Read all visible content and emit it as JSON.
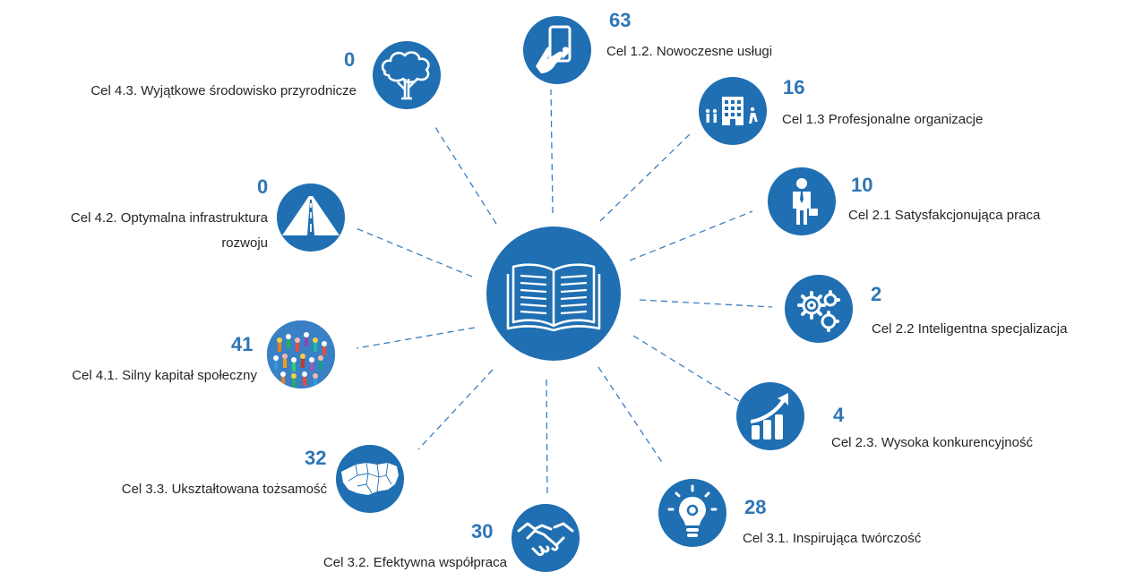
{
  "goals": [
    {
      "id": "1.2",
      "number": "63",
      "label": "Cel 1.2. Nowoczesne usługi",
      "icon": "smartphone-hand-icon"
    },
    {
      "id": "1.3",
      "number": "16",
      "label": "Cel 1.3 Profesjonalne organizacje",
      "icon": "office-building-people-icon"
    },
    {
      "id": "2.1",
      "number": "10",
      "label": "Cel 2.1 Satysfakcjonująca praca",
      "icon": "businessman-briefcase-icon"
    },
    {
      "id": "2.2",
      "number": "2",
      "label": "Cel 2.2 Inteligentna specjalizacja",
      "icon": "gears-icon"
    },
    {
      "id": "2.3",
      "number": "4",
      "label": "Cel 2.3. Wysoka konkurencyjność",
      "icon": "growth-chart-icon"
    },
    {
      "id": "3.1",
      "number": "28",
      "label": "Cel 3.1. Inspirująca twórczość",
      "icon": "lightbulb-icon"
    },
    {
      "id": "3.2",
      "number": "30",
      "label": "Cel 3.2. Efektywna współpraca",
      "icon": "handshake-icon"
    },
    {
      "id": "3.3",
      "number": "32",
      "label": "Cel 3.3. Ukształtowana tożsamość",
      "icon": "region-map-icon"
    },
    {
      "id": "4.1",
      "number": "41",
      "label": "Cel 4.1. Silny kapitał społeczny",
      "icon": "crowd-icon"
    },
    {
      "id": "4.2",
      "number": "0",
      "label_line1": "Cel 4.2. Optymalna infrastruktura",
      "label_line2": "rozwoju",
      "icon": "road-icon"
    },
    {
      "id": "4.3",
      "number": "0",
      "label": "Cel 4.3. Wyjątkowe środowisko przyrodnicze",
      "icon": "tree-icon"
    }
  ],
  "center": {
    "icon": "open-book-icon"
  },
  "colors": {
    "circle": "#1f6fb2",
    "number": "#2e75b6",
    "line": "#3c7dc0",
    "text": "#262626"
  }
}
